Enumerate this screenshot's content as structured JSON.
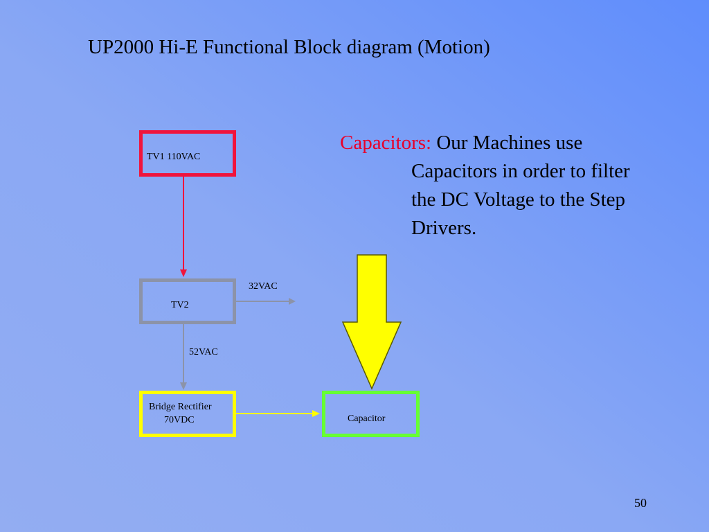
{
  "slide": {
    "title": "UP2000 Hi-E Functional Block diagram (Motion)",
    "page_number": "50"
  },
  "diagram": {
    "nodes": {
      "tv1": {
        "label": "TV1 110VAC",
        "color": "#f0143c"
      },
      "tv2": {
        "label": "TV2",
        "color": "#8c93a8"
      },
      "bridge_rectifier": {
        "line1": "Bridge Rectifier",
        "line2": "70VDC",
        "color": "#ffff00"
      },
      "capacitor": {
        "label": "Capacitor",
        "color": "#66ff33"
      }
    },
    "edges": {
      "tv2_output": "32VAC",
      "tv2_to_rectifier": "52VAC"
    },
    "pointer_arrow_color": "#ffff00"
  },
  "description": {
    "heading": "Capacitors:",
    "heading_color": "#e8002a",
    "line1": "Our Machines use",
    "line2": "Capacitors in order to filter",
    "line3": "the DC Voltage to the Step",
    "line4": "Drivers."
  }
}
